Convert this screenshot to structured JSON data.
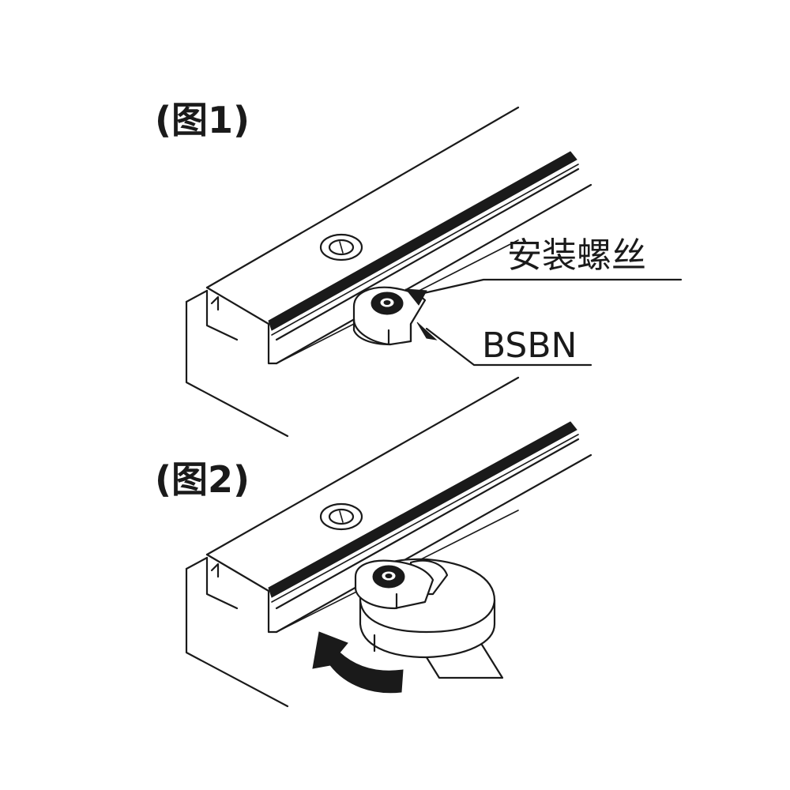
{
  "figure1": {
    "title": "(图1)",
    "callouts": {
      "screw": "安装螺丝",
      "part": "BSBN"
    }
  },
  "figure2": {
    "title": "(图2)"
  },
  "colors": {
    "line": "#1a1a1a",
    "background": "#ffffff"
  },
  "icons": {
    "rotation_arrow": "curved-arrow-icon",
    "wrench": "wrench-icon",
    "screw": "screw-icon"
  }
}
